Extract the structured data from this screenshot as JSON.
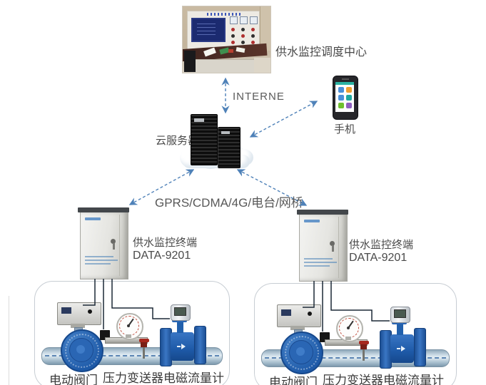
{
  "header": {
    "control_center_label": "供水监控调度中心"
  },
  "network": {
    "internet_label": "INTERNE",
    "cloud_server_label": "云服务器",
    "phone_label": "手机",
    "link_label": "GPRS/CDMA/4G/电台/网桥"
  },
  "sites": [
    {
      "terminal_name": "供水监控终端",
      "terminal_model": "DATA-9201",
      "equipment": {
        "valve_label": "电动阀门",
        "pressure_label": "压力变送器",
        "flow_label": "电磁流量计"
      }
    },
    {
      "terminal_name": "供水监控终端",
      "terminal_model": "DATA-9201",
      "equipment": {
        "valve_label": "电动阀门",
        "pressure_label": "压力变送器",
        "flow_label": "电磁流量计"
      }
    }
  ],
  "colors": {
    "arrow_blue": "#4e81b8",
    "wire_dark": "#1b2836",
    "equipment_blue": "#2563ad",
    "pipe_blue_gray": "#b9cdda",
    "label_text": "#4a4a4a"
  }
}
